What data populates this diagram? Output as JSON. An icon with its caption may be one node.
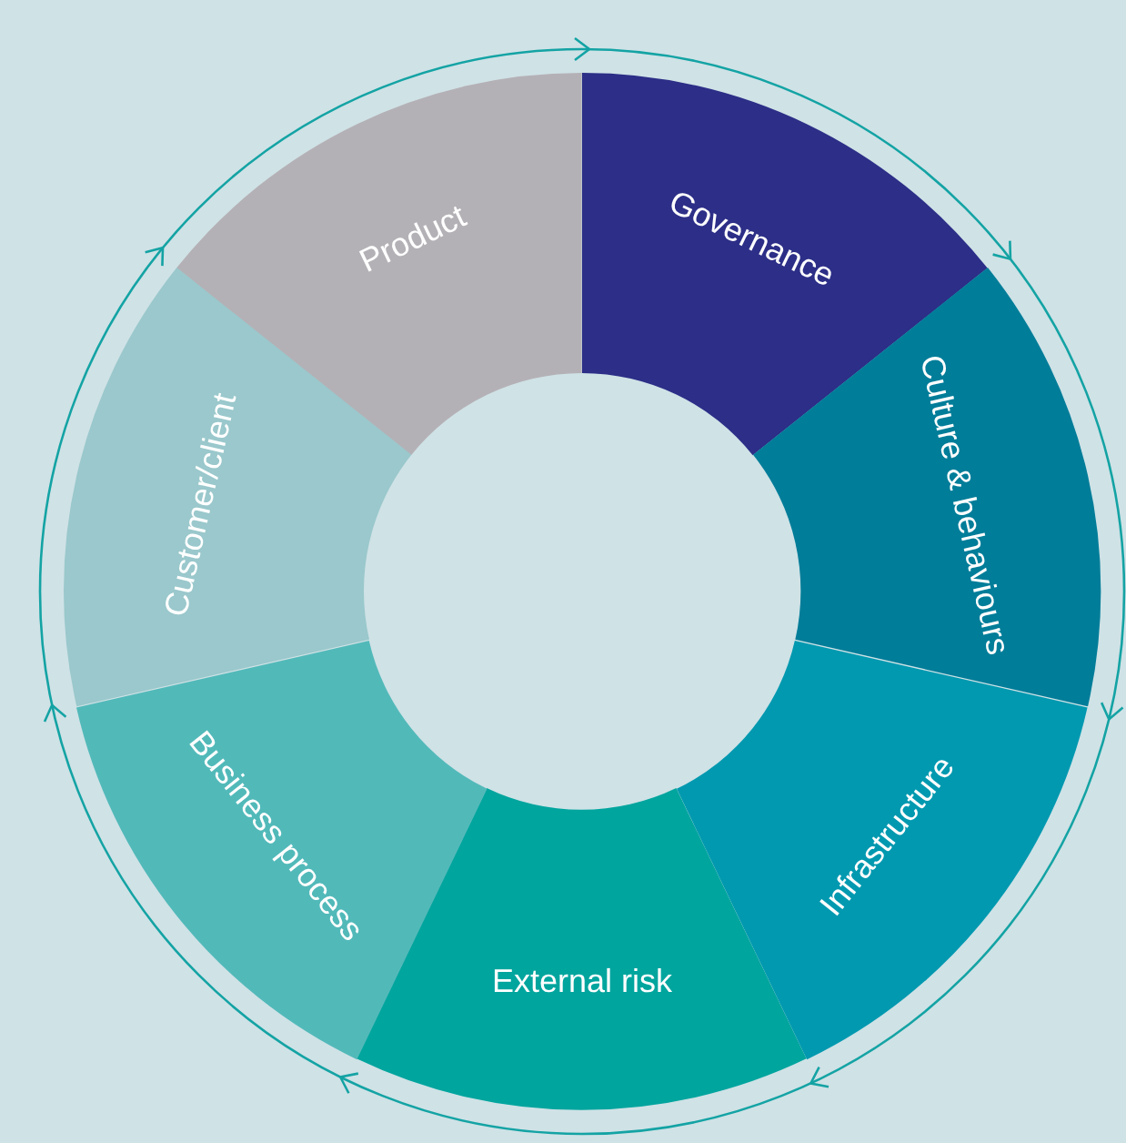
{
  "diagram": {
    "nodes": [
      {
        "text": [
          "Product"
        ]
      },
      {
        "text": [
          "Governance"
        ]
      },
      {
        "text": [
          "Culture & behaviours"
        ]
      },
      {
        "text": [
          "Infrastructure"
        ]
      },
      {
        "text": [
          "External risk"
        ]
      },
      {
        "text": [
          "Business process"
        ]
      },
      {
        "text": [
          "Customer/client"
        ]
      }
    ]
  }
}
